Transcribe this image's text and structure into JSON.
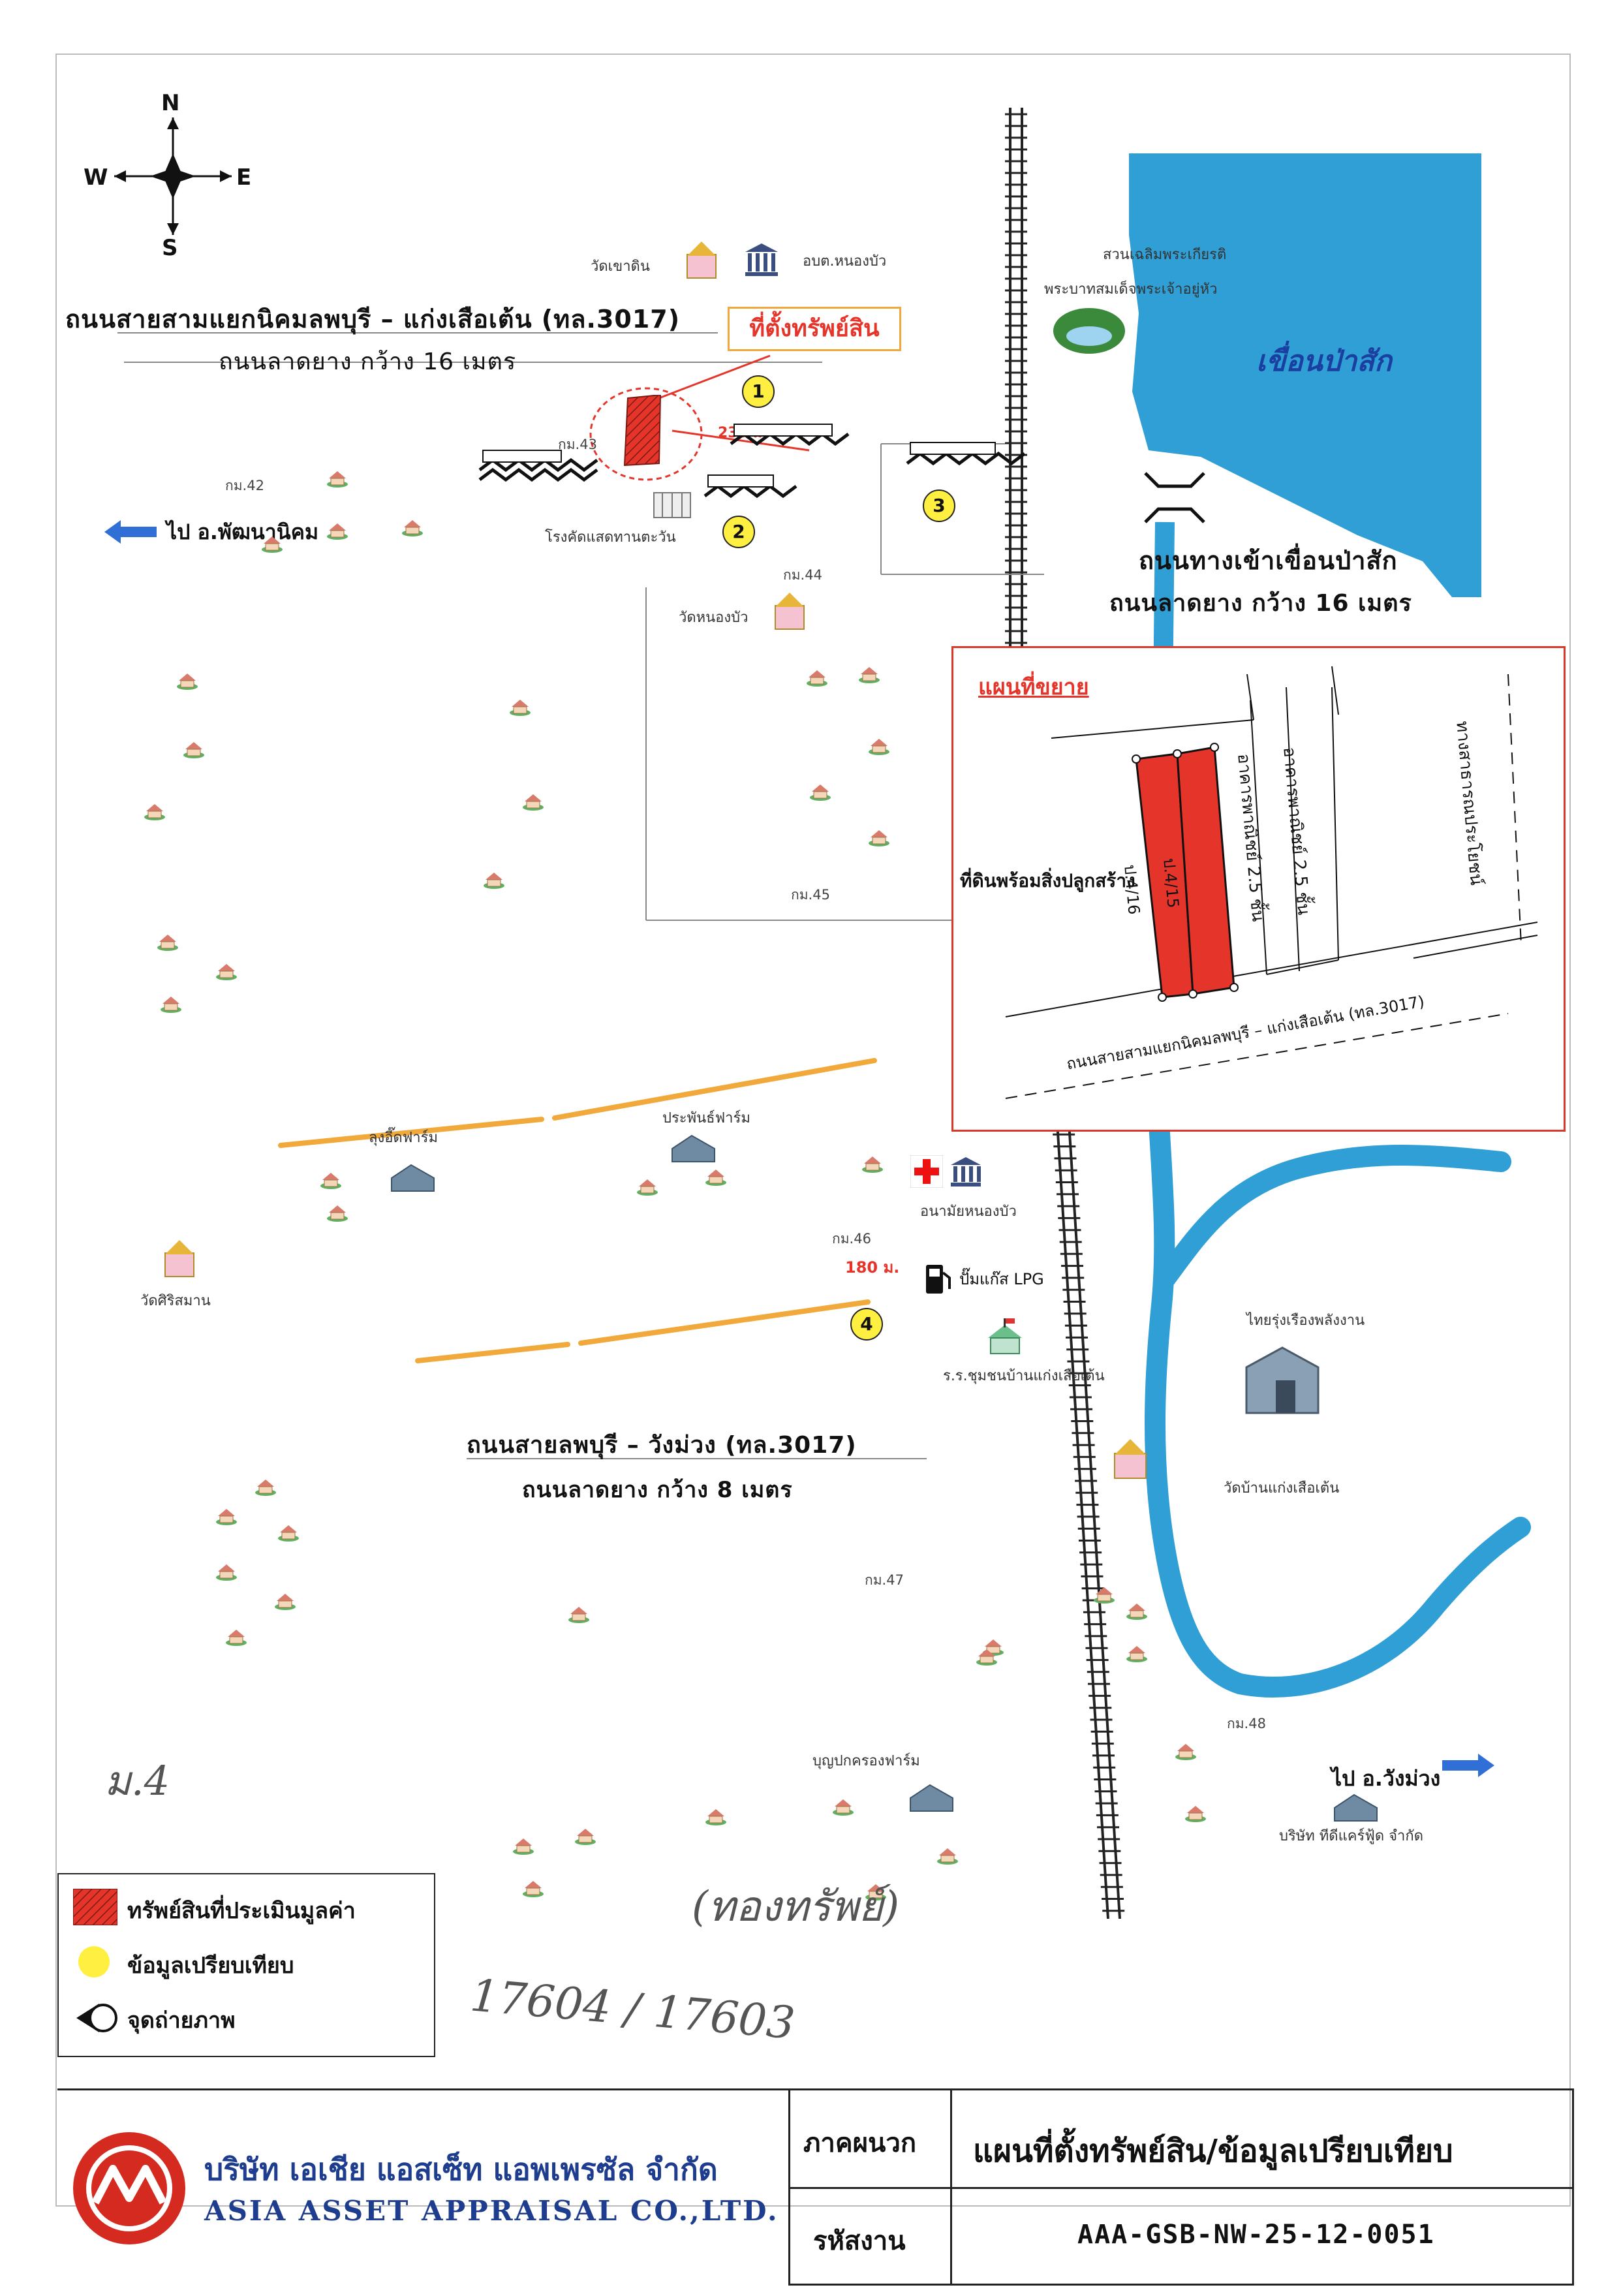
{
  "compass": {
    "n": "N",
    "s": "S",
    "e": "E",
    "w": "W"
  },
  "landmarks": {
    "wat_khao_din": "วัดเขาดิน",
    "obt_nong_bua": "อบต.หนองบัว",
    "suan_chaloem": "สวนเฉลิมพระเกียรติ",
    "suan_chaloem_2": "พระบาทสมเด็จพระเจ้าอยู่หัว",
    "km43": "กม.43",
    "km42": "กม.42",
    "km44": "กม.44",
    "km45": "กม.45",
    "km46": "กม.46",
    "km47": "กม.47",
    "km48": "กม.48",
    "school_sun": "โรงคัดแสดทานตะวัน",
    "wat_nong_bua": "วัดหนองบัว",
    "lung_farm": "ลุงอี๊ดฟาร์ม",
    "prapan_farm": "ประพันธ์ฟาร์ม",
    "wat_siri": "วัดศิริสมาน",
    "health_center": "อนามัยหนองบัว",
    "lpg": "ปั๊มแก๊ส LPG",
    "community_school": "ร.ร.ชุมชนบ้านแก่งเสือเต้น",
    "thai_rung": "ไทยรุ่งเรืองพลังงาน",
    "wat_kaeng": "วัดบ้านแก่งเสือเต้น",
    "boonpak_farm": "บุญปกครองฟาร์ม",
    "company_food": "บริษัท ทีดีแคร์ฟู้ด จำกัด"
  },
  "roads": {
    "main_title": "ถนนสายสามแยกนิคมลพบุรี – แก่งเสือเต้น (ทล.3017)",
    "main_sub": "ถนนลาดยาง กว้าง 16 เมตร",
    "dam_title": "ถนนทางเข้าเขื่อนป่าสัก",
    "dam_sub": "ถนนลาดยาง กว้าง 16 เมตร",
    "south_title": "ถนนสายลพบุรี – วังม่วง (ทล.3017)",
    "south_sub": "ถนนลาดยาง กว้าง 8 เมตร",
    "to_phatthana": "ไป อ.พัฒนานิคม",
    "to_wangmuang": "ไป อ.วังม่วง"
  },
  "subject": {
    "callout": "ที่ตั้งทรัพย์สิน",
    "dist_230": "230 ม.",
    "dist_180": "180 ม."
  },
  "water": {
    "dam_name": "เขื่อนป่าสัก"
  },
  "comparables": [
    "1",
    "2",
    "3",
    "4"
  ],
  "inset": {
    "title": "แผนที่ขยาย",
    "plot_a": "ป.4/16",
    "plot_b": "ป.4/15",
    "building_a": "อาคารพาณิชย์ 2.5 ชั้น",
    "building_b": "อาคารพาณิชย์ 2.5 ชั้น",
    "public_way": "ทางสาธารณประโยชน์",
    "land_label": "ที่ดินพร้อมสิ่งปลูกสร้าง",
    "road": "ถนนสายสามแยกนิคมลพบุรี – แก่งเสือเต้น (ทล.3017)"
  },
  "legend": {
    "subject": "ทรัพย์สินที่ประเมินมูลค่า",
    "comparable": "ข้อมูลเปรียบเทียบ",
    "photo": "จุดถ่ายภาพ"
  },
  "handwriting": {
    "mark": "ม.4",
    "bracket": "(ทองทรัพย์)",
    "numbers": "17604 / 17603"
  },
  "footer": {
    "company_th": "บริษัท เอเชีย แอสเซ็ท แอพเพรซัล จำกัด",
    "company_en": "ASIA ASSET APPRAISAL CO.,LTD.",
    "appendix_label": "ภาคผนวก",
    "appendix_value": "แผนที่ตั้งทรัพย์สิน/ข้อมูลเปรียบเทียบ",
    "code_label": "รหัสงาน",
    "code_value": "AAA-GSB-NW-25-12-0051"
  },
  "colors": {
    "water": "#2f9fd6",
    "subject": "#e5352b",
    "road_orange": "#f0a93a",
    "comparable": "#ffef40",
    "logo_red": "#d42a1f",
    "brand_blue": "#1e3d8f"
  }
}
